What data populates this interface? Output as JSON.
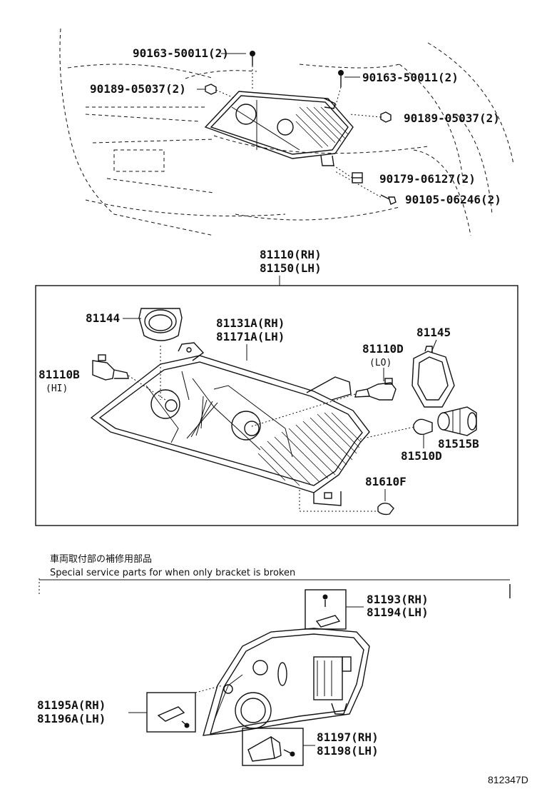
{
  "labels": {
    "screw_top_left": "90163-50011(2)",
    "nut_top_left": "90189-05037(2)",
    "screw_top_right": "90163-50011(2)",
    "nut_top_right": "90189-05037(2)",
    "clip_right": "90179-06127(2)",
    "bolt_right": "90105-06246(2)",
    "unit_rh": "81110(RH)",
    "unit_lh": "81150(LH)",
    "cover": "81144",
    "lens_rh": "81131A(RH)",
    "lens_lh": "81171A(LH)",
    "hi_bulb": "81110B",
    "hi_note": "(HI)",
    "lo_bulb": "81110D",
    "lo_note": "(LO)",
    "cap": "81145",
    "socket": "81515B",
    "bulb_small": "81510D",
    "side_bulb": "81610F",
    "bracket_top_rh": "81193(RH)",
    "bracket_top_lh": "81194(LH)",
    "bracket_left_rh": "81195A(RH)",
    "bracket_left_lh": "81196A(LH)",
    "bracket_bottom_rh": "81197(RH)",
    "bracket_bottom_lh": "81198(LH)",
    "figure_id": "812347D"
  },
  "notes": {
    "japanese": "車両取付部の補修用部品",
    "english": "Special service parts for when only bracket is broken"
  },
  "colors": {
    "ink": "#111111",
    "background": "#ffffff"
  }
}
